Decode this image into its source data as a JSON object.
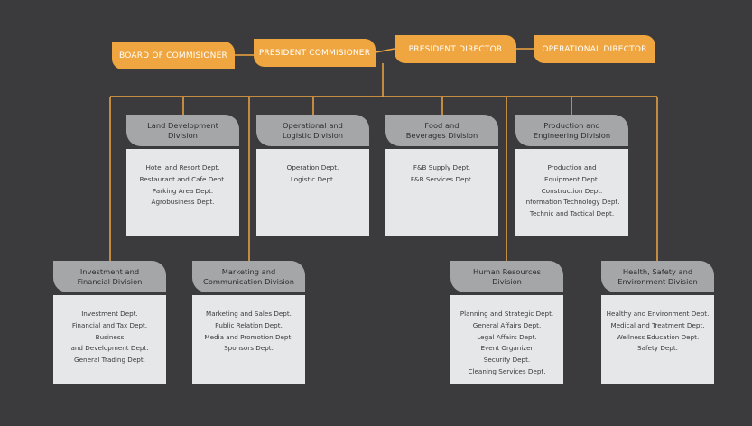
{
  "colors": {
    "background": "#3b3b3d",
    "accent": "#f0a640",
    "division_header": "#a5a6a8",
    "division_body": "#e6e7e8"
  },
  "executives": [
    {
      "label": "BOARD OF COMMISIONER"
    },
    {
      "label": "PRESIDENT COMMISIONER"
    },
    {
      "label": "PRESIDENT DIRECTOR"
    },
    {
      "label": "OPERATIONAL DIRECTOR"
    }
  ],
  "divisions": [
    {
      "title": [
        "Land Development",
        "Division"
      ],
      "departments": [
        "Hotel and Resort Dept.",
        "Restaurant and Cafe Dept.",
        "Parking Area Dept.",
        "Agrobusiness Dept."
      ]
    },
    {
      "title": [
        "Operational and",
        "Logistic Division"
      ],
      "departments": [
        "Operation Dept.",
        "Logistic Dept."
      ]
    },
    {
      "title": [
        "Food and",
        "Beverages Division"
      ],
      "departments": [
        "F&B Supply Dept.",
        "F&B Services Dept."
      ]
    },
    {
      "title": [
        "Production and",
        "Engineering Division"
      ],
      "departments": [
        "Production and",
        "Equipment Dept.",
        "Construction Dept.",
        "Information Technology Dept.",
        "Technic and Tactical Dept."
      ]
    },
    {
      "title": [
        "Investment and",
        "Financial Division"
      ],
      "departments": [
        "Investment Dept.",
        "Financial and Tax Dept.",
        "Business",
        "and Development Dept.",
        "General Trading Dept."
      ]
    },
    {
      "title": [
        "Marketing and",
        "Communication Division"
      ],
      "departments": [
        "Marketing and Sales Dept.",
        "Public Relation Dept.",
        "Media and Promotion Dept.",
        "Sponsors Dept."
      ]
    },
    {
      "title": [
        "Human Resources",
        "Division"
      ],
      "departments": [
        "Planning and Strategic Dept.",
        "General Affairs Dept.",
        "Legal Affairs Dept.",
        "Event Organizer",
        "Security Dept.",
        "Cleaning Services Dept."
      ]
    },
    {
      "title": [
        "Health, Safety and",
        "Environment Division"
      ],
      "departments": [
        "Healthy and Environment Dept.",
        "Medical and Treatment Dept.",
        "Wellness Education Dept.",
        "Safety Dept."
      ]
    }
  ]
}
